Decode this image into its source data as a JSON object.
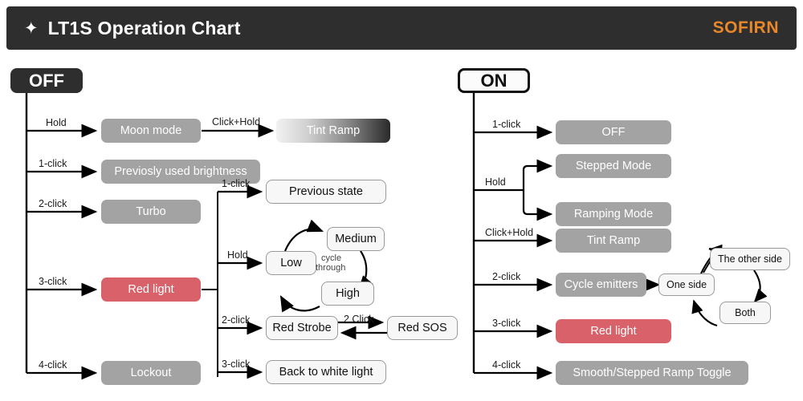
{
  "header": {
    "spark_icon": "✦",
    "title": "LT1S Operation Chart",
    "brand": "SOFIRN"
  },
  "chart_data": {
    "type": "diagram",
    "title": "LT1S Operation Chart",
    "roots": [
      "OFF",
      "ON"
    ],
    "off_branch": [
      {
        "action": "Hold",
        "target": "Moon mode",
        "then": {
          "action": "Click+Hold",
          "target": "Tint Ramp"
        }
      },
      {
        "action": "1-click",
        "target": "Previosly used brightness"
      },
      {
        "action": "2-click",
        "target": "Turbo"
      },
      {
        "action": "3-click",
        "target": "Red light"
      },
      {
        "action": "4-click",
        "target": "Lockout"
      }
    ],
    "red_light_submenu": [
      {
        "action": "1-click",
        "target": "Previous state"
      },
      {
        "action": "Hold",
        "target": "Low",
        "cycle": [
          "Low",
          "Medium",
          "High"
        ],
        "cycle_label": "cycle through"
      },
      {
        "action": "2-click",
        "target": "Red Strobe",
        "then": {
          "action": "2 Click",
          "target": "Red SOS",
          "bidirectional": true
        }
      },
      {
        "action": "3-click",
        "target": "Back to white light"
      }
    ],
    "on_branch": [
      {
        "action": "1-click",
        "target": "OFF"
      },
      {
        "action": "Hold",
        "targets": [
          "Stepped Mode",
          "Ramping Mode"
        ]
      },
      {
        "action": "Click+Hold",
        "target": "Tint Ramp"
      },
      {
        "action": "2-click",
        "target": "Cycle emitters",
        "cycle": [
          "One side",
          "The other side",
          "Both"
        ]
      },
      {
        "action": "3-click",
        "target": "Red light"
      },
      {
        "action": "4-click",
        "target": "Smooth/Stepped Ramp Toggle"
      }
    ]
  },
  "off": {
    "root": "OFF",
    "labels": {
      "hold": "Hold",
      "click_hold": "Click+Hold",
      "one_click": "1-click",
      "two_click": "2-click",
      "three_click": "3-click",
      "four_click": "4-click"
    },
    "nodes": {
      "moon_mode": "Moon mode",
      "tint_ramp": "Tint Ramp",
      "previously_used": "Previosly used brightness",
      "turbo": "Turbo",
      "red_light": "Red light",
      "lockout": "Lockout"
    }
  },
  "red_sub": {
    "labels": {
      "one_click": "1-click",
      "hold": "Hold",
      "two_click": "2-click",
      "two_click_b": "2 Click",
      "three_click": "3-click",
      "cycle_through_a": "cycle",
      "cycle_through_b": "through"
    },
    "nodes": {
      "previous_state": "Previous state",
      "low": "Low",
      "medium": "Medium",
      "high": "High",
      "red_strobe": "Red Strobe",
      "red_sos": "Red SOS",
      "back_white": "Back to white light"
    }
  },
  "on": {
    "root": "ON",
    "labels": {
      "one_click": "1-click",
      "hold": "Hold",
      "click_hold": "Click+Hold",
      "two_click": "2-click",
      "three_click": "3-click",
      "four_click": "4-click"
    },
    "nodes": {
      "off": "OFF",
      "stepped_mode": "Stepped Mode",
      "ramping_mode": "Ramping Mode",
      "tint_ramp": "Tint Ramp",
      "cycle_emitters": "Cycle emitters",
      "red_light": "Red light",
      "smooth_stepped": "Smooth/Stepped Ramp Toggle",
      "one_side": "One side",
      "other_side": "The other side",
      "both": "Both"
    }
  },
  "colors": {
    "header_bg": "#2e2e2e",
    "brand": "#e8882a",
    "node_gray": "#a3a3a3",
    "node_red": "#d9626a",
    "node_light": "#f7f7f7"
  }
}
